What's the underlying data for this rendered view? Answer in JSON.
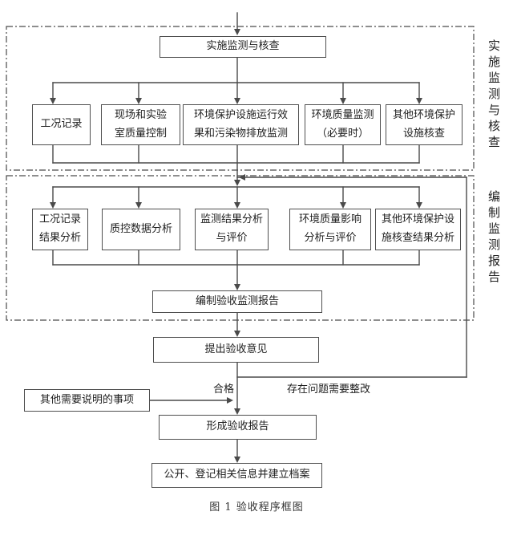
{
  "colors": {
    "line": "#4a4a4a",
    "text": "#1e1e1e",
    "background": "#ffffff"
  },
  "monitoring_section": {
    "side_label": "实施监测与核查",
    "header_box": "实施监测与核查",
    "boxes": [
      "工况记录",
      "现场和实验\n室质量控制",
      "环境保护设施运行效\n果和污染物排放监测",
      "环境质量监测\n（必要时）",
      "其他环境保护\n设施核查"
    ]
  },
  "report_section": {
    "side_label": "编制监测报告",
    "boxes": [
      "工况记录\n结果分析",
      "质控数据分析",
      "监测结果分析\n与评价",
      "环境质量影响\n分析与评价",
      "其他环境保护设\n施核查结果分析"
    ],
    "compile_box": "编制验收监测报告"
  },
  "acceptance_flow": {
    "propose_box": "提出验收意见",
    "pass_label": "合格",
    "rectify_label": "存在问题需要整改",
    "other_matters_box": "其他需要说明的事项",
    "form_report_box": "形成验收报告",
    "publish_box": "公开、登记相关信息并建立档案"
  },
  "caption": "图 1 验收程序框图"
}
